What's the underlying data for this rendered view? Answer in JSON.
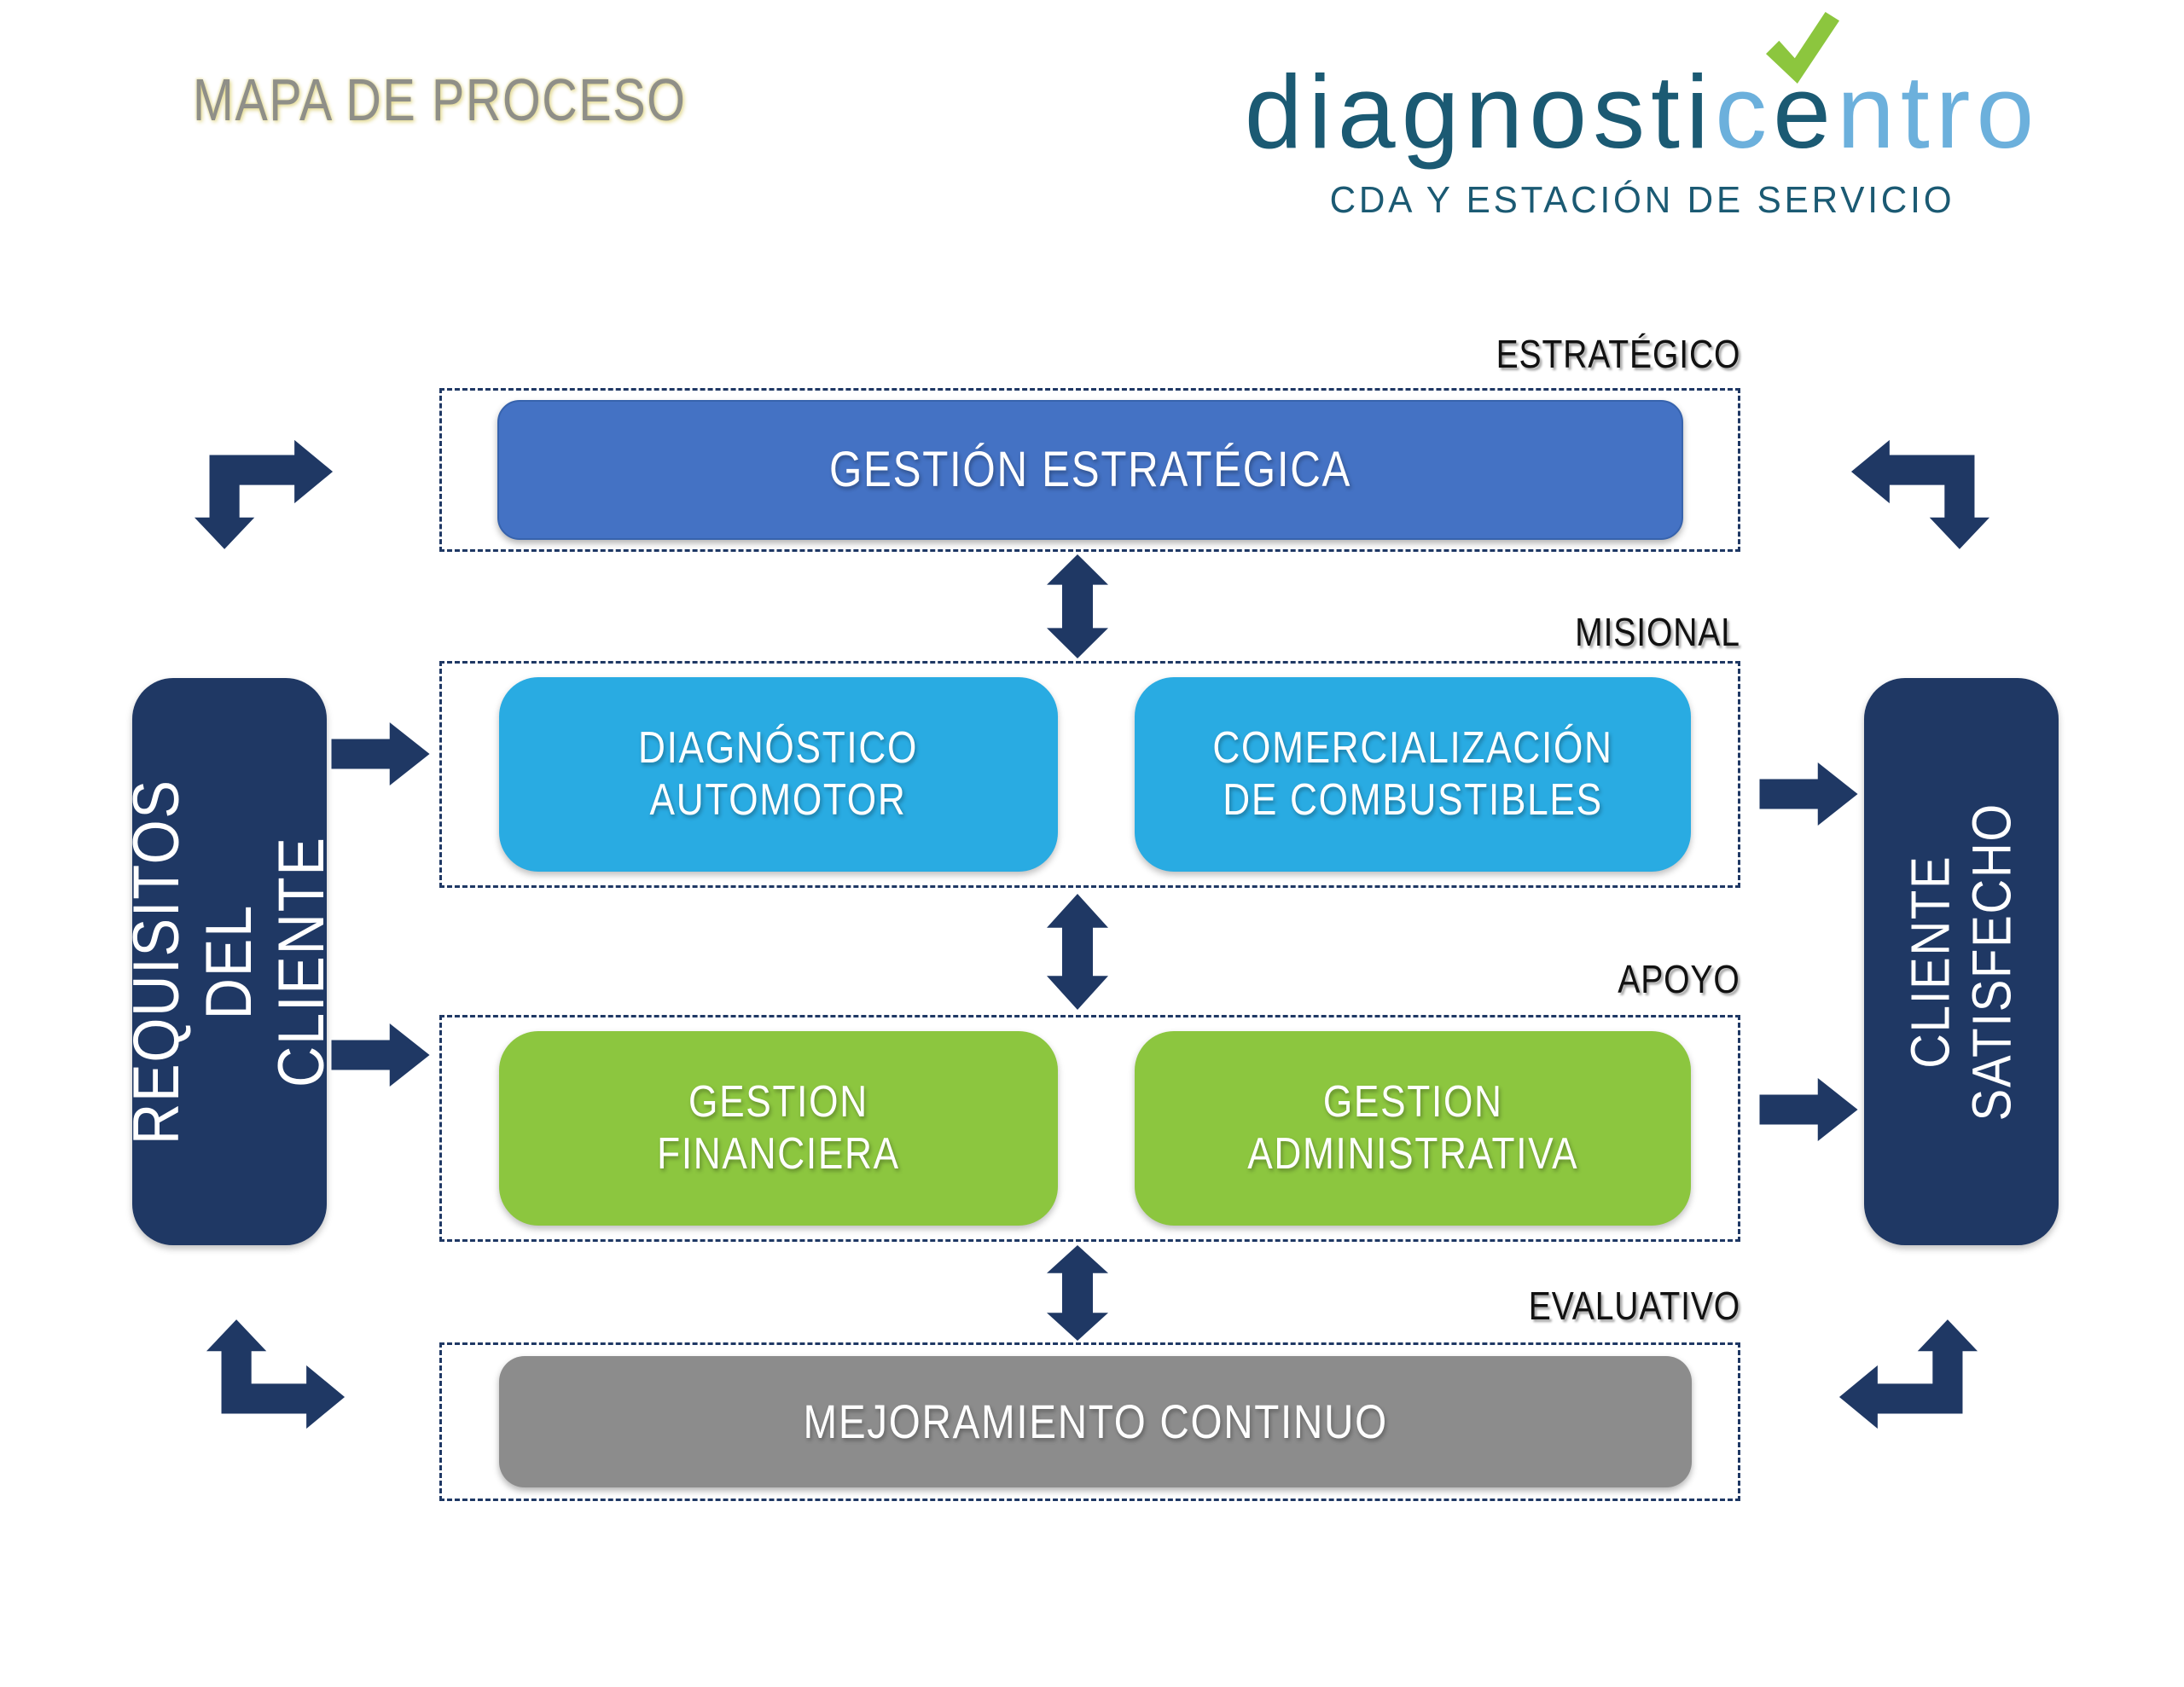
{
  "title": "MAPA DE PROCESO",
  "logo": {
    "text_dark_1": "diagnosti",
    "text_light_1": "c",
    "text_dark_2": "e",
    "text_light_2": "ntro",
    "subtitle": "CDA Y ESTACIÓN DE SERVICIO",
    "colors": {
      "dark_teal": "#1b5a73",
      "light_blue": "#6cb0dc",
      "check_green": "#8cc63e"
    }
  },
  "sections": {
    "estrategico": {
      "label": "ESTRATÉGICO",
      "box": "GESTIÓN ESTRATÉGICA",
      "box_color": "#4472c4"
    },
    "misional": {
      "label": "MISIONAL",
      "box1": "DIAGNÓSTICO\nAUTOMOTOR",
      "box2": "COMERCIALIZACIÓN\nDE COMBUSTIBLES",
      "box_color": "#29abe2"
    },
    "apoyo": {
      "label": "APOYO",
      "box1": "GESTION\nFINANCIERA",
      "box2": "GESTION\nADMINISTRATIVA",
      "box_color": "#8cc63f"
    },
    "evaluativo": {
      "label": "EVALUATIVO",
      "box": "MEJORAMIENTO CONTINUO",
      "box_color": "#8c8c8c"
    }
  },
  "sides": {
    "left": "REQUISITOS\nDEL CLIENTE",
    "right": "CLIENTE SATISFECHO",
    "box_color": "#1f3864"
  },
  "diagram": {
    "arrow_color": "#1f3864",
    "dashed_border_color": "#1f3864",
    "background": "#ffffff"
  }
}
